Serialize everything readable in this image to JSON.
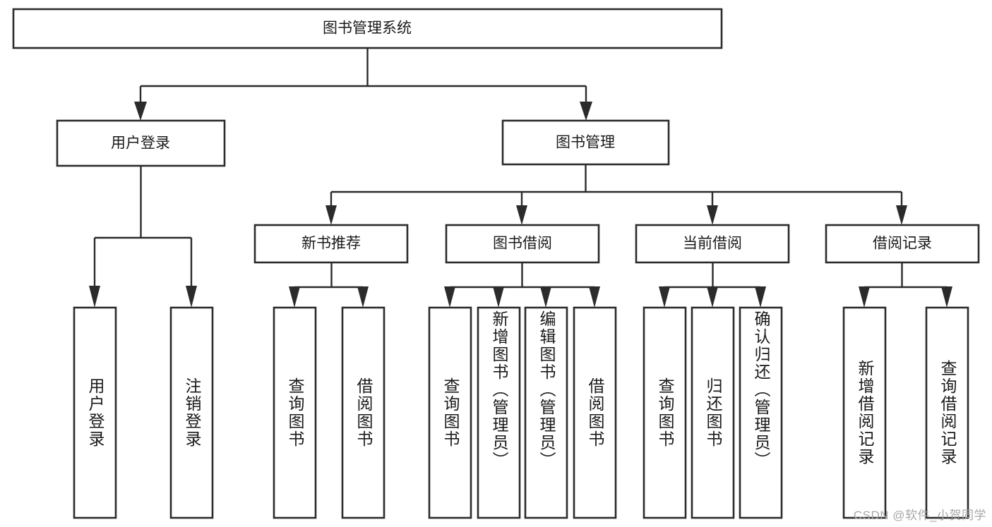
{
  "diagram": {
    "type": "tree-hierarchy-functional-decomposition",
    "root": {
      "id": "root",
      "label": "图书管理系统",
      "orientation": "horizontal"
    },
    "level2": [
      {
        "id": "user-login",
        "label": "用户登录",
        "orientation": "horizontal"
      },
      {
        "id": "book-manage",
        "label": "图书管理",
        "orientation": "horizontal"
      }
    ],
    "level3": [
      {
        "id": "new-book-recommend",
        "label": "新书推荐",
        "parent": "book-manage",
        "orientation": "horizontal"
      },
      {
        "id": "book-borrow",
        "label": "图书借阅",
        "parent": "book-manage",
        "orientation": "horizontal"
      },
      {
        "id": "current-borrow",
        "label": "当前借阅",
        "parent": "book-manage",
        "orientation": "horizontal"
      },
      {
        "id": "borrow-record",
        "label": "借阅记录",
        "parent": "book-manage",
        "orientation": "horizontal"
      }
    ],
    "leaves": [
      {
        "id": "leaf-user-login",
        "label": "用户登录",
        "parent": "user-login",
        "orientation": "vertical"
      },
      {
        "id": "leaf-user-logout",
        "label": "注销登录",
        "parent": "user-login",
        "orientation": "vertical"
      },
      {
        "id": "leaf-query-book-1",
        "label": "查询图书",
        "parent": "new-book-recommend",
        "orientation": "vertical"
      },
      {
        "id": "leaf-borrow-book-1",
        "label": "借阅图书",
        "parent": "new-book-recommend",
        "orientation": "vertical"
      },
      {
        "id": "leaf-query-book-2",
        "label": "查询图书",
        "parent": "book-borrow",
        "orientation": "vertical"
      },
      {
        "id": "leaf-add-book",
        "label": "新增图书（管理员）",
        "parent": "book-borrow",
        "orientation": "vertical"
      },
      {
        "id": "leaf-edit-book",
        "label": "编辑图书（管理员）",
        "parent": "book-borrow",
        "orientation": "vertical"
      },
      {
        "id": "leaf-borrow-book-2",
        "label": "借阅图书",
        "parent": "book-borrow",
        "orientation": "vertical"
      },
      {
        "id": "leaf-query-book-3",
        "label": "查询图书",
        "parent": "current-borrow",
        "orientation": "vertical"
      },
      {
        "id": "leaf-return-book",
        "label": "归还图书",
        "parent": "current-borrow",
        "orientation": "vertical"
      },
      {
        "id": "leaf-confirm-return",
        "label": "确认归还（管理员）",
        "parent": "current-borrow",
        "orientation": "vertical"
      },
      {
        "id": "leaf-add-record",
        "label": "新增借阅记录",
        "parent": "borrow-record",
        "orientation": "vertical"
      },
      {
        "id": "leaf-query-record",
        "label": "查询借阅记录",
        "parent": "borrow-record",
        "orientation": "vertical"
      }
    ],
    "watermark": "CSDN @软件_小贺同学",
    "colors": {
      "background": "#ffffff",
      "stroke": "#2b2b2b",
      "box_fill": "#ffffff",
      "text": "#1a1a1a",
      "watermark": "#a8a8a8"
    }
  }
}
